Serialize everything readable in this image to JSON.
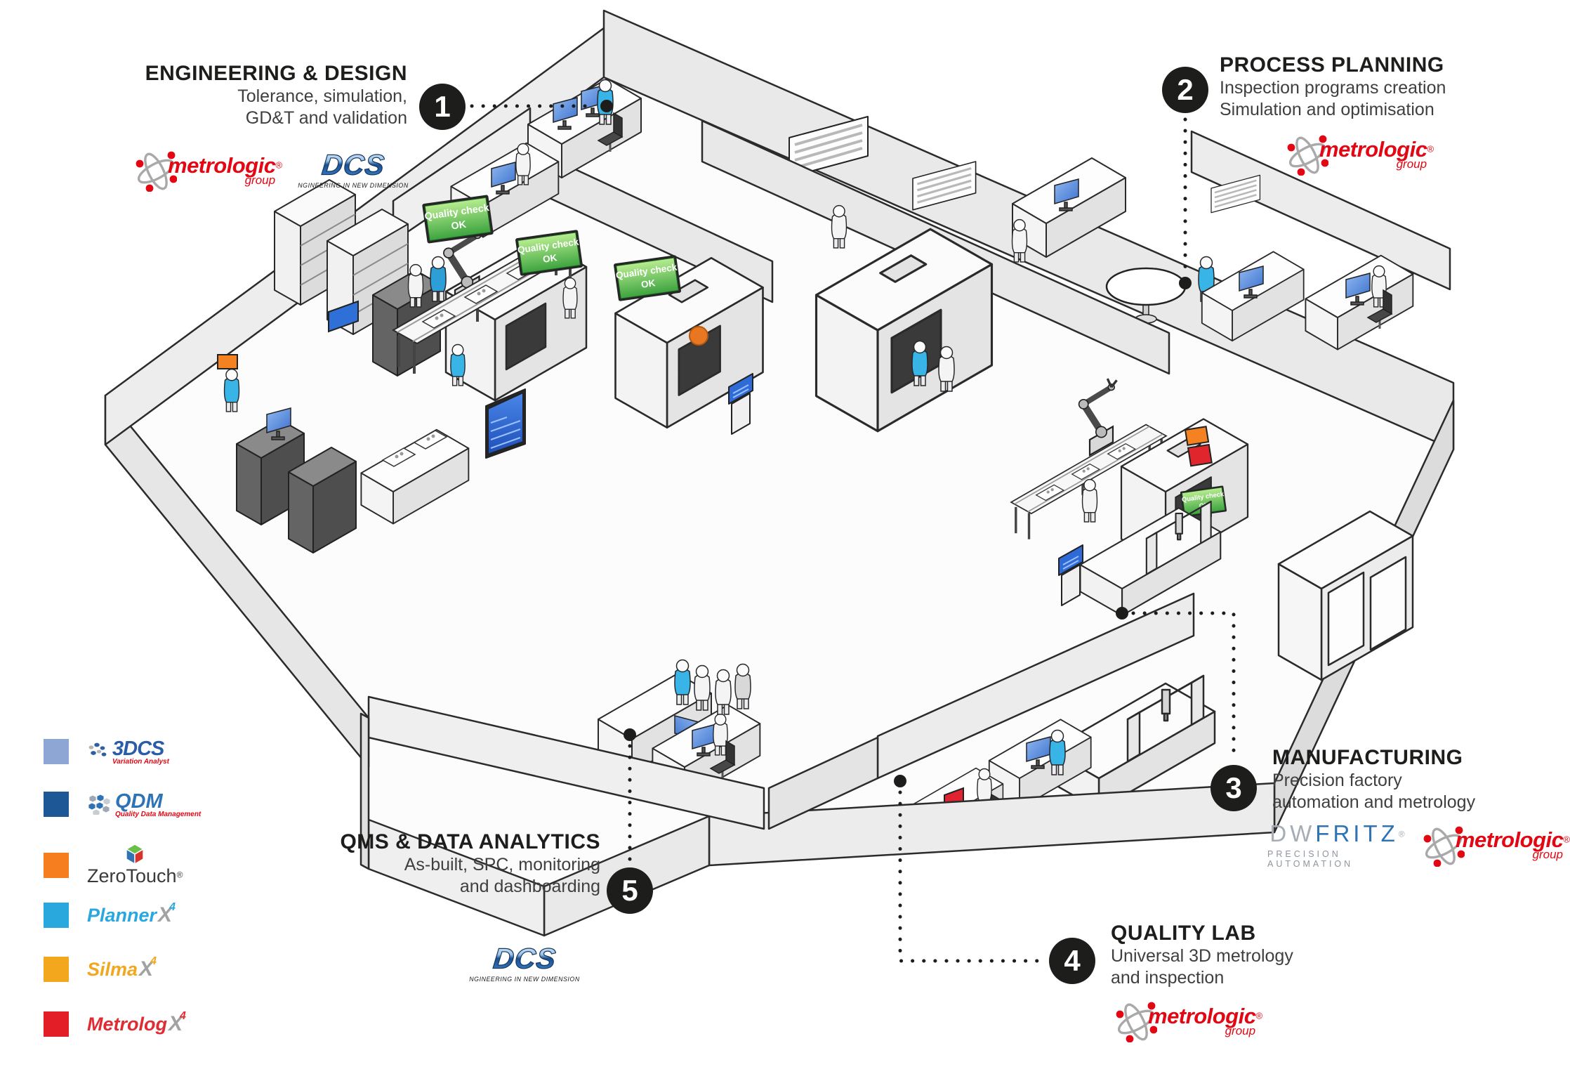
{
  "callouts": [
    {
      "number": "1",
      "title": "ENGINEERING & DESIGN",
      "line1": "Tolerance, simulation,",
      "line2": "GD&T and validation"
    },
    {
      "number": "2",
      "title": "PROCESS PLANNING",
      "line1": "Inspection programs creation",
      "line2": "Simulation and optimisation"
    },
    {
      "number": "3",
      "title": "MANUFACTURING",
      "line1": "Precision factory",
      "line2": "automation and metrology"
    },
    {
      "number": "4",
      "title": "QUALITY LAB",
      "line1": "Universal 3D metrology",
      "line2": "and inspection"
    },
    {
      "number": "5",
      "title": "QMS & DATA ANALYTICS",
      "line1": "As-built, SPC, monitoring",
      "line2": "and dashboarding"
    }
  ],
  "logos": {
    "metrologic": {
      "name": "metrologic",
      "reg": "®",
      "sub": "group",
      "icon": "atom-orbits-icon"
    },
    "dcs": {
      "name": "DCS",
      "tagline": "ENGINEERING IN NEW DIMENSIONS"
    },
    "dwfritz": {
      "dw": "DW",
      "fritz": "FRITZ",
      "reg": "®",
      "tagline": "PRECISION AUTOMATION"
    }
  },
  "legend": {
    "items": [
      {
        "swatch": "#8ea6d4",
        "name": "3DCS",
        "sub": "Variation Analyst",
        "icon": "dots-cluster-icon"
      },
      {
        "swatch": "#1e5795",
        "name": "QDM",
        "sub": "Quality Data Management",
        "icon": "hex-cluster-icon"
      },
      {
        "swatch": "#f67e1f",
        "name": "ZeroTouch",
        "reg": "®",
        "icon": "color-cube-icon"
      },
      {
        "swatch": "#29a8dd",
        "name": "Planner",
        "x": "X",
        "sup": "4"
      },
      {
        "swatch": "#f2a71c",
        "name": "Silma",
        "x": "X",
        "sup": "4"
      },
      {
        "swatch": "#e31e26",
        "name": "Metrolog",
        "x": "X",
        "sup": "4"
      }
    ]
  },
  "factory": {
    "quality_sign_line1": "Quality check",
    "quality_sign_line2": "OK"
  },
  "colors": {
    "badge": "#1d1d1b",
    "accent_cyan": "#38b5e6",
    "sign_green": "#3da43f",
    "alert_orange": "#f58220",
    "alert_red": "#e0262c",
    "screen_blue": "#2e6bd6",
    "metrologic_red": "#e30613",
    "dcs_blue": "#2a71c2",
    "dwfritz_blue": "#2e74b5"
  }
}
